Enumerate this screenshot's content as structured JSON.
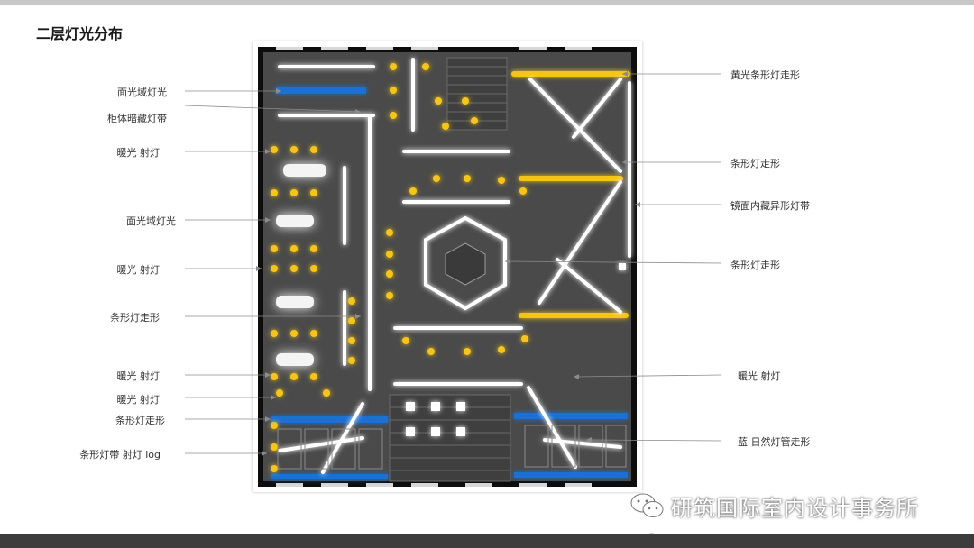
{
  "page": {
    "title": "二层灯光分布"
  },
  "labels_left": [
    {
      "id": "face-light-1",
      "text": "面光域灯光"
    },
    {
      "id": "cabinet-strip",
      "text": "柜体暗藏灯带"
    },
    {
      "id": "warm-spot-1",
      "text": "暖光 射灯"
    },
    {
      "id": "face-light-2",
      "text": "面光域灯光"
    },
    {
      "id": "warm-spot-2",
      "text": "暖光 射灯"
    },
    {
      "id": "strip-shape-1",
      "text": "条形灯走形"
    },
    {
      "id": "warm-spot-3",
      "text": "暖光 射灯"
    },
    {
      "id": "warm-spot-4",
      "text": "暖光 射灯"
    },
    {
      "id": "strip-shape-2",
      "text": "条形灯走形"
    },
    {
      "id": "strip-spot-log",
      "text": "条形灯带 射灯 log"
    }
  ],
  "labels_right": [
    {
      "id": "yellow-strip",
      "text": "黄光条形灯走形"
    },
    {
      "id": "strip-shape-3",
      "text": "条形灯走形"
    },
    {
      "id": "mirror-strip",
      "text": "镜面内藏异形灯带"
    },
    {
      "id": "strip-shape-4",
      "text": "条形灯走形"
    },
    {
      "id": "warm-spot-5",
      "text": "暖光 射灯"
    },
    {
      "id": "blue-tube",
      "text": "蓝 日然灯管走形"
    }
  ],
  "colors": {
    "plan_bg": "#4a4a4a",
    "wall": "#0d0d0d",
    "white_light": "#ffffff",
    "warm_spot": "#f6c51a",
    "yellow_strip": "#f5c518",
    "blue_tube": "#1f6fd1",
    "leader": "#8c8c8c"
  },
  "watermark": {
    "text": "研筑国际室内设计事务所",
    "icon": "wechat-icon"
  }
}
